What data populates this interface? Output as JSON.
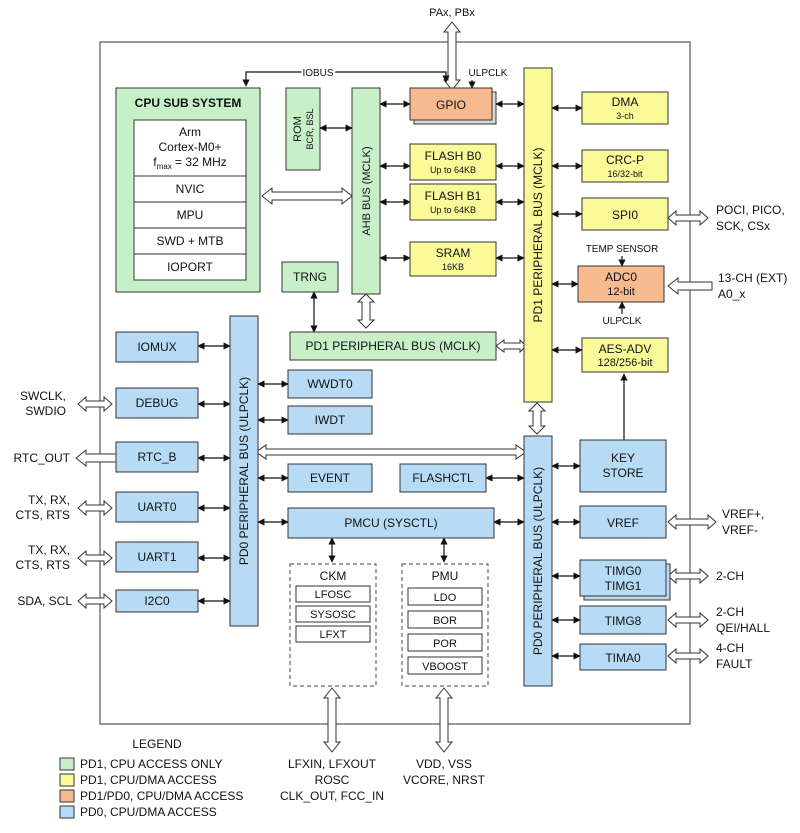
{
  "colors": {
    "blue": "#b7dbf4",
    "green": "#c8f0c8",
    "yellow": "#fafa98",
    "orange": "#f7b98e"
  },
  "top_signals": {
    "pins": "PAx, PBx",
    "iobus": "IOBUS",
    "ulpclk_top": "ULPCLK"
  },
  "cpu": {
    "title": "CPU SUB SYSTEM",
    "core_line1": "Arm",
    "core_line2": "Cortex-M0+",
    "core_line3_f": "f",
    "core_line3_sub": "max",
    "core_line3_rest": " = 32 MHz",
    "items": [
      "NVIC",
      "MPU",
      "SWD + MTB",
      "IOPORT"
    ]
  },
  "rom": {
    "line1": "ROM",
    "line2": "BCR, BSL"
  },
  "ahb_bus": "AHB BUS (MCLK)",
  "gpio": "GPIO",
  "flash_b0": {
    "name": "FLASH B0",
    "size": "Up to 64KB"
  },
  "flash_b1": {
    "name": "FLASH B1",
    "size": "Up to 64KB"
  },
  "sram": {
    "name": "SRAM",
    "size": "16KB"
  },
  "trng": "TRNG",
  "pd1_bus_vertical": "PD1 PERIPHERAL BUS (MCLK)",
  "pd1_bus_horizontal": "PD1 PERIPHERAL BUS (MCLK)",
  "dma": {
    "name": "DMA",
    "detail": "3-ch"
  },
  "crc": {
    "name": "CRC-P",
    "detail": "16/32-bit"
  },
  "spi0": {
    "name": "SPI0",
    "signals_line1": "POCI, PICO,",
    "signals_line2": "SCK, CSx"
  },
  "temp_sensor": "TEMP SENSOR",
  "adc0": {
    "name": "ADC0",
    "detail": "12-bit",
    "signals_line1": "13-CH (EXT)",
    "signals_line2": "A0_x",
    "clock": "ULPCLK"
  },
  "aes": {
    "name": "AES-ADV",
    "detail": "128/256-bit"
  },
  "key_store": {
    "line1": "KEY",
    "line2": "STORE"
  },
  "pd0_bus_left": "PD0 PERIPHERAL BUS (ULPCLK)",
  "pd0_bus_right": "PD0 PERIPHERAL BUS (ULPCLK)",
  "left_blocks": {
    "iomux": "IOMUX",
    "debug": {
      "name": "DEBUG",
      "signals_line1": "SWCLK,",
      "signals_line2": "SWDIO"
    },
    "rtc": {
      "name": "RTC_B",
      "signal": "RTC_OUT"
    },
    "uart0": {
      "name": "UART0",
      "signals_line1": "TX, RX,",
      "signals_line2": "CTS, RTS"
    },
    "uart1": {
      "name": "UART1",
      "signals_line1": "TX, RX,",
      "signals_line2": "CTS, RTS"
    },
    "i2c0": {
      "name": "I2C0",
      "signals": "SDA, SCL"
    }
  },
  "wwdt0": "WWDT0",
  "iwdt": "IWDT",
  "event": "EVENT",
  "flashctl": "FLASHCTL",
  "pmcu": "PMCU (SYSCTL)",
  "ckm": {
    "title": "CKM",
    "items": [
      "LFOSC",
      "SYSOSC",
      "LFXT"
    ]
  },
  "pmu": {
    "title": "PMU",
    "items": [
      "LDO",
      "BOR",
      "POR",
      "VBOOST"
    ]
  },
  "vref": {
    "name": "VREF",
    "signals_line1": "VREF+,",
    "signals_line2": "VREF-"
  },
  "timg01": {
    "line1": "TIMG0",
    "line2": "TIMG1",
    "signal": "2-CH"
  },
  "timg8": {
    "name": "TIMG8",
    "signals_line1": "2-CH",
    "signals_line2": "QEI/HALL"
  },
  "tima0": {
    "name": "TIMA0",
    "signals_line1": "4-CH",
    "signals_line2": "FAULT"
  },
  "bottom_ckm_signals": [
    "LFXIN, LFXOUT",
    "ROSC",
    "CLK_OUT, FCC_IN"
  ],
  "bottom_pmu_signals": [
    "VDD, VSS",
    "VCORE, NRST"
  ],
  "legend": {
    "title": "LEGEND",
    "items": [
      {
        "label": "PD1, CPU ACCESS ONLY",
        "color": "#c8f0c8"
      },
      {
        "label": "PD1, CPU/DMA ACCESS",
        "color": "#fafa98"
      },
      {
        "label": "PD1/PD0, CPU/DMA ACCESS",
        "color": "#f7b98e"
      },
      {
        "label": "PD0, CPU/DMA ACCESS",
        "color": "#b7dbf4"
      }
    ]
  }
}
